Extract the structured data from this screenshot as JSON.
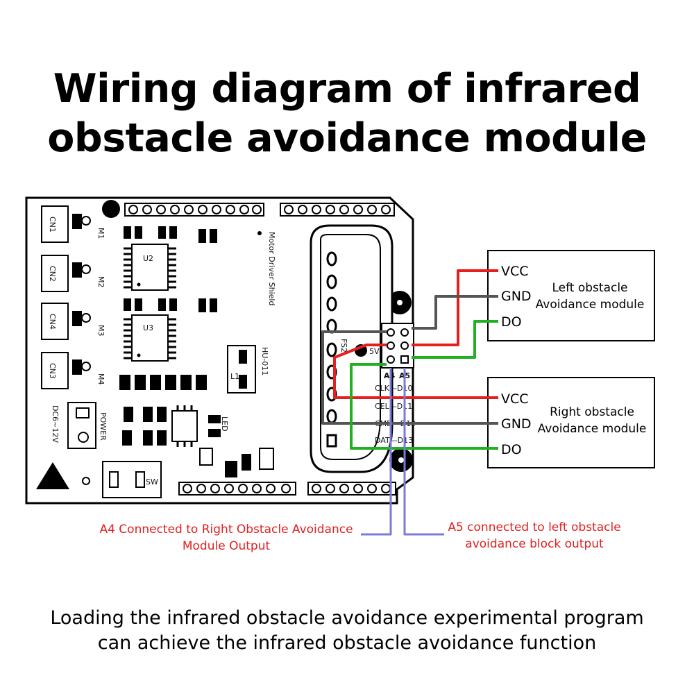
{
  "title": {
    "line1": "Wiring diagram of infrared",
    "line2": "obstacle avoidance module"
  },
  "caption": {
    "line1": "Loading the infrared obstacle avoidance experimental program",
    "line2": "can achieve the infrared obstacle avoidance function"
  },
  "board": {
    "name": "Motor Driver Shield",
    "model": "HU-011",
    "connectors": [
      "CN1",
      "CN2",
      "CN4",
      "CN3"
    ],
    "motors": [
      "M1",
      "M2",
      "M3",
      "M4"
    ],
    "chips": [
      "U2",
      "U3"
    ],
    "inductor": "L1",
    "power_label": "POWER",
    "voltage_label": "DC6~12V",
    "switch_label": "SW",
    "led_label": "LED",
    "header_labels": [
      "A4",
      "A5"
    ],
    "pin_labels": [
      "CLK—D10",
      "CEL—D11",
      "CMD—D12",
      "DAT—D13"
    ],
    "fuse_label": "FS2",
    "pin_5v_label": "5V"
  },
  "modules": [
    {
      "name_line1": "Left obstacle",
      "name_line2": "Avoidance module",
      "pins": [
        "VCC",
        "GND",
        "DO"
      ]
    },
    {
      "name_line1": "Right obstacle",
      "name_line2": "Avoidance module",
      "pins": [
        "VCC",
        "GND",
        "DO"
      ]
    }
  ],
  "annotations": {
    "a4_line1": "A4 Connected to Right Obstacle Avoidance",
    "a4_line2": "Module Output",
    "a5_line1": "A5 connected to left obstacle",
    "a5_line2": "avoidance block output"
  },
  "colors": {
    "vcc_wire": "#e51f1f",
    "gnd_wire": "#555555",
    "do_wire": "#22b022",
    "signal_line": "#7a7adc",
    "annotation_text": "#e02020"
  }
}
